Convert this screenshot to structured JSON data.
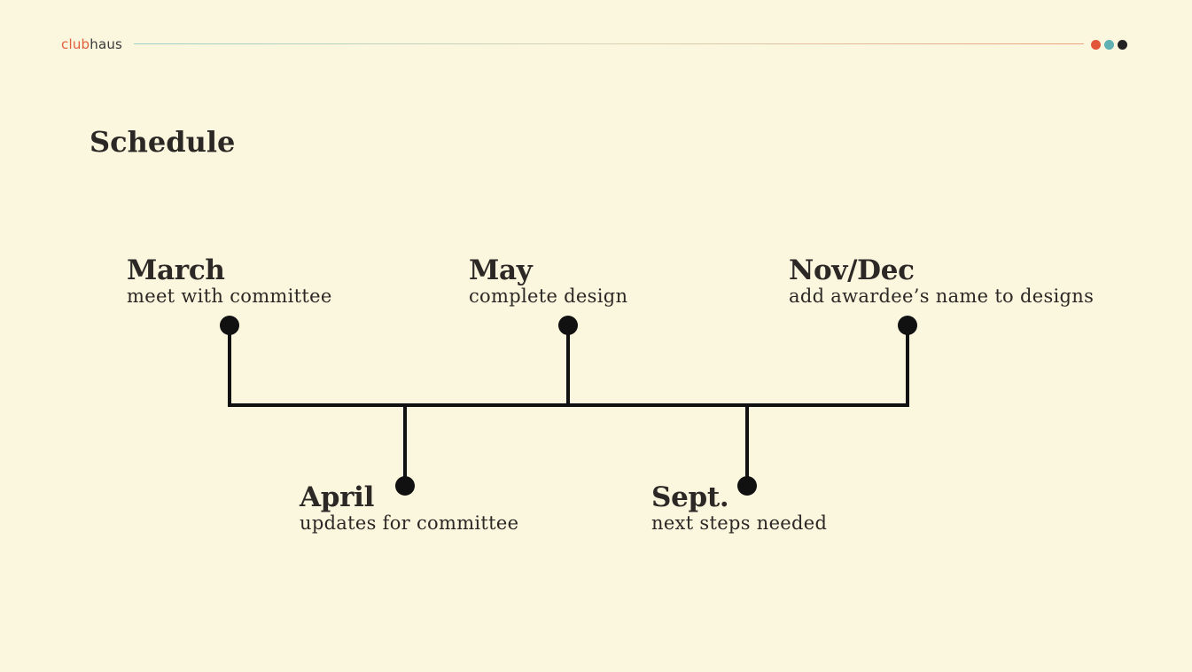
{
  "header": {
    "logo_part1": "club",
    "logo_part2": "haus",
    "dot_colors": [
      "#e2573a",
      "#5fb1b3",
      "#222222"
    ]
  },
  "title": "Schedule",
  "timeline": {
    "events": [
      {
        "when": "March",
        "what": "meet with committee",
        "side": "above"
      },
      {
        "when": "April",
        "what": "updates for committee",
        "side": "below"
      },
      {
        "when": "May",
        "what": "complete design",
        "side": "above"
      },
      {
        "when": "Sept.",
        "what": "next steps needed",
        "side": "below"
      },
      {
        "when": "Nov/Dec",
        "what": "add awardee’s name to designs",
        "side": "above"
      }
    ]
  },
  "colors": {
    "background": "#fbf6de",
    "text": "#2a2724",
    "line": "#111111",
    "accent": "#e0603c"
  }
}
